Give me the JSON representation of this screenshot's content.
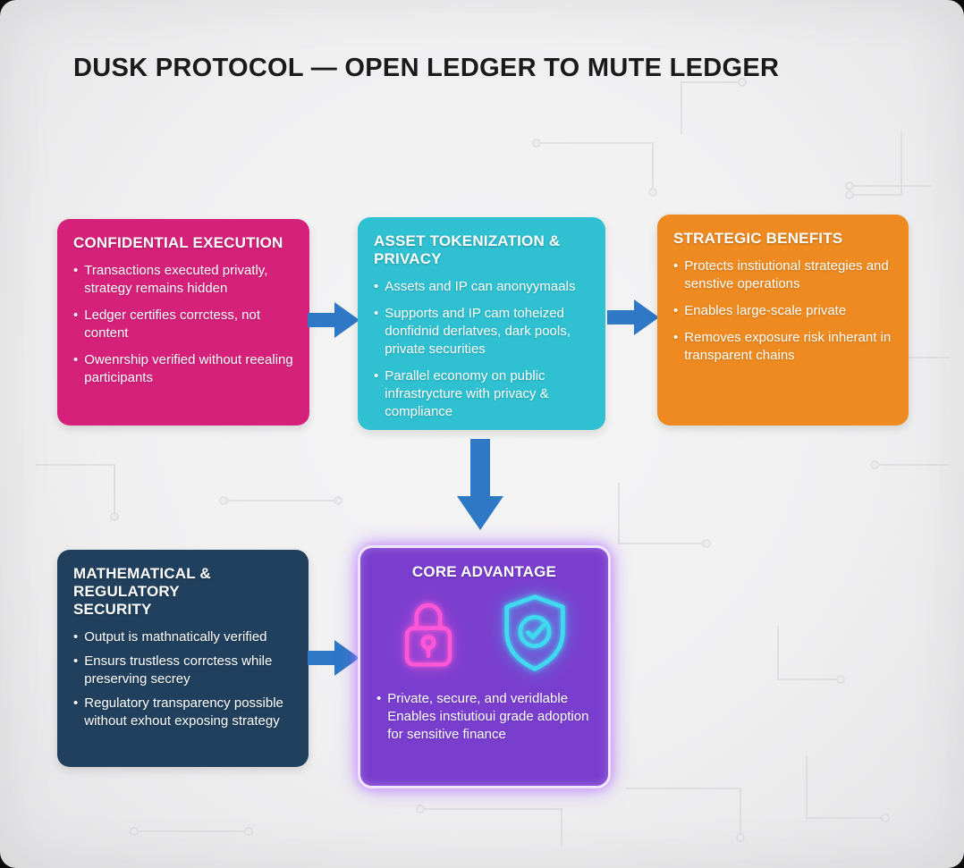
{
  "title": "DUSK PROTOCOL — OPEN LEDGER TO MUTE LEDGER",
  "bullet_char": "•",
  "boxes": {
    "confidential_execution": {
      "title": "CONFIDENTIAL EXECUTION",
      "color": "#d6217b",
      "bullets": [
        "Transactions executed privatly, strategy remains hidden",
        "Ledger certifies corrctess, not content",
        "Owenrship verified without reealing participants"
      ]
    },
    "asset_tokenization_privacy": {
      "title": "ASSET TOKENIZATION & PRIVACY",
      "color": "#2fc0d1",
      "bullets": [
        "Assets and IP can anonyymaals",
        "Supports and IP cam toheized donfidnid derlatves, dark pools, private securities",
        "Parallel economy on public infrastrycture with privacy & compliance"
      ]
    },
    "strategic_benefits": {
      "title": "STRATEGIC BENEFITS",
      "color": "#ee8a20",
      "bullets": [
        "Protects instiutional strategies and senstive operations",
        "Enables large-scale private",
        "Removes exposure risk inherant in transparent chains"
      ]
    },
    "mathematical_regulatory_security": {
      "title": "MATHEMATICAL & REGULATORY SECURITY",
      "color": "#20405d",
      "bullets": [
        "Output is mathnatically verified",
        "Ensurs trustless corrctess while preserving secrey",
        "Regulatory transparency possible without exhout exposing strategy"
      ]
    },
    "core_advantage": {
      "title": "CORE ADVANTAGE",
      "color": "#7a3ecf",
      "bullets": [
        "Private, secure, and veridlable Enables instiutioui grade adoption for sensitive finance"
      ]
    }
  },
  "icons": {
    "lock": "lock-icon",
    "shield_check": "shield-check-icon",
    "arrow_right": "arrow-right-icon",
    "arrow_down": "arrow-down-icon"
  },
  "colors": {
    "arrow": "#2e78c6",
    "background": "#f0f0f1",
    "title_text": "#1a1a1a",
    "lock_glow": "#ff57d8",
    "shield_glow": "#3fd9f0",
    "core_border_glow": "#cd96ff"
  }
}
